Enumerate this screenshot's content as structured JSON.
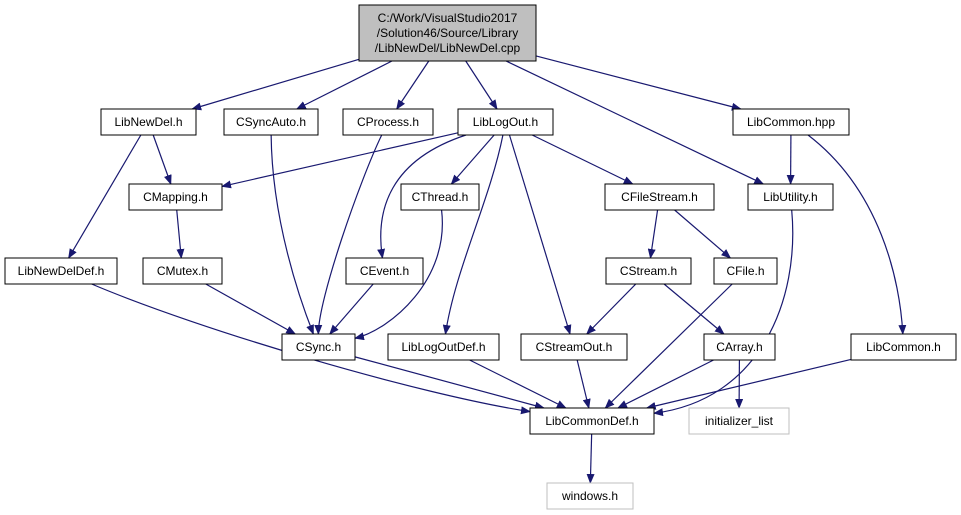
{
  "diagram": {
    "nodes": [
      {
        "id": "root",
        "lines": [
          "C:/Work/VisualStudio2017",
          "/Solution46/Source/Library",
          "/LibNewDel/LibNewDel.cpp"
        ],
        "fill": "#bfbfbf",
        "stroke": "#000000",
        "text_color": "#000000"
      },
      {
        "id": "libnewdel_h",
        "lines": [
          "LibNewDel.h"
        ],
        "fill": "#ffffff",
        "stroke": "#000000",
        "text_color": "#000000"
      },
      {
        "id": "csyncauto_h",
        "lines": [
          "CSyncAuto.h"
        ],
        "fill": "#ffffff",
        "stroke": "#000000",
        "text_color": "#000000"
      },
      {
        "id": "cprocess_h",
        "lines": [
          "CProcess.h"
        ],
        "fill": "#ffffff",
        "stroke": "#000000",
        "text_color": "#000000"
      },
      {
        "id": "liblogout_h",
        "lines": [
          "LibLogOut.h"
        ],
        "fill": "#ffffff",
        "stroke": "#000000",
        "text_color": "#000000"
      },
      {
        "id": "libcommon_hpp",
        "lines": [
          "LibCommon.hpp"
        ],
        "fill": "#ffffff",
        "stroke": "#000000",
        "text_color": "#000000"
      },
      {
        "id": "cmapping_h",
        "lines": [
          "CMapping.h"
        ],
        "fill": "#ffffff",
        "stroke": "#000000",
        "text_color": "#000000"
      },
      {
        "id": "cthread_h",
        "lines": [
          "CThread.h"
        ],
        "fill": "#ffffff",
        "stroke": "#000000",
        "text_color": "#000000"
      },
      {
        "id": "cfilestream_h",
        "lines": [
          "CFileStream.h"
        ],
        "fill": "#ffffff",
        "stroke": "#000000",
        "text_color": "#000000"
      },
      {
        "id": "libutility_h",
        "lines": [
          "LibUtility.h"
        ],
        "fill": "#ffffff",
        "stroke": "#000000",
        "text_color": "#000000"
      },
      {
        "id": "libnewdeldef_h",
        "lines": [
          "LibNewDelDef.h"
        ],
        "fill": "#ffffff",
        "stroke": "#000000",
        "text_color": "#000000"
      },
      {
        "id": "cmutex_h",
        "lines": [
          "CMutex.h"
        ],
        "fill": "#ffffff",
        "stroke": "#000000",
        "text_color": "#000000"
      },
      {
        "id": "cevent_h",
        "lines": [
          "CEvent.h"
        ],
        "fill": "#ffffff",
        "stroke": "#000000",
        "text_color": "#000000"
      },
      {
        "id": "cstream_h",
        "lines": [
          "CStream.h"
        ],
        "fill": "#ffffff",
        "stroke": "#000000",
        "text_color": "#000000"
      },
      {
        "id": "cfile_h",
        "lines": [
          "CFile.h"
        ],
        "fill": "#ffffff",
        "stroke": "#000000",
        "text_color": "#000000"
      },
      {
        "id": "csync_h",
        "lines": [
          "CSync.h"
        ],
        "fill": "#ffffff",
        "stroke": "#000000",
        "text_color": "#000000"
      },
      {
        "id": "liblogoutdef_h",
        "lines": [
          "LibLogOutDef.h"
        ],
        "fill": "#ffffff",
        "stroke": "#000000",
        "text_color": "#000000"
      },
      {
        "id": "cstreamout_h",
        "lines": [
          "CStreamOut.h"
        ],
        "fill": "#ffffff",
        "stroke": "#000000",
        "text_color": "#000000"
      },
      {
        "id": "carray_h",
        "lines": [
          "CArray.h"
        ],
        "fill": "#ffffff",
        "stroke": "#000000",
        "text_color": "#000000"
      },
      {
        "id": "libcommon_h",
        "lines": [
          "LibCommon.h"
        ],
        "fill": "#ffffff",
        "stroke": "#000000",
        "text_color": "#000000"
      },
      {
        "id": "libcommondef_h",
        "lines": [
          "LibCommonDef.h"
        ],
        "fill": "#ffffff",
        "stroke": "#000000",
        "text_color": "#000000"
      },
      {
        "id": "initializer_list",
        "lines": [
          "initializer_list"
        ],
        "fill": "#ffffff",
        "stroke": "#bfbfbf",
        "text_color": "#404040"
      },
      {
        "id": "windows_h",
        "lines": [
          "windows.h"
        ],
        "fill": "#ffffff",
        "stroke": "#bfbfbf",
        "text_color": "#404040"
      }
    ],
    "edges": [
      {
        "from": "root",
        "to": "libnewdel_h"
      },
      {
        "from": "root",
        "to": "csyncauto_h"
      },
      {
        "from": "root",
        "to": "cprocess_h"
      },
      {
        "from": "root",
        "to": "liblogout_h"
      },
      {
        "from": "root",
        "to": "libcommon_hpp"
      },
      {
        "from": "root",
        "to": "libutility_h"
      },
      {
        "from": "libnewdel_h",
        "to": "cmapping_h"
      },
      {
        "from": "libnewdel_h",
        "to": "libnewdeldef_h"
      },
      {
        "from": "csyncauto_h",
        "to": "csync_h"
      },
      {
        "from": "cprocess_h",
        "to": "csync_h"
      },
      {
        "from": "liblogout_h",
        "to": "cmapping_h"
      },
      {
        "from": "liblogout_h",
        "to": "cthread_h"
      },
      {
        "from": "liblogout_h",
        "to": "cevent_h"
      },
      {
        "from": "liblogout_h",
        "to": "liblogoutdef_h"
      },
      {
        "from": "liblogout_h",
        "to": "cstreamout_h"
      },
      {
        "from": "liblogout_h",
        "to": "cfilestream_h"
      },
      {
        "from": "libcommon_hpp",
        "to": "libutility_h"
      },
      {
        "from": "libcommon_hpp",
        "to": "libcommon_h"
      },
      {
        "from": "cmapping_h",
        "to": "cmutex_h"
      },
      {
        "from": "cthread_h",
        "to": "csync_h"
      },
      {
        "from": "cfilestream_h",
        "to": "cstream_h"
      },
      {
        "from": "cfilestream_h",
        "to": "cfile_h"
      },
      {
        "from": "libutility_h",
        "to": "libcommondef_h"
      },
      {
        "from": "libnewdeldef_h",
        "to": "libcommondef_h"
      },
      {
        "from": "cmutex_h",
        "to": "csync_h"
      },
      {
        "from": "cevent_h",
        "to": "csync_h"
      },
      {
        "from": "cstream_h",
        "to": "cstreamout_h"
      },
      {
        "from": "cstream_h",
        "to": "carray_h"
      },
      {
        "from": "cfile_h",
        "to": "libcommondef_h"
      },
      {
        "from": "csync_h",
        "to": "libcommondef_h"
      },
      {
        "from": "liblogoutdef_h",
        "to": "libcommondef_h"
      },
      {
        "from": "cstreamout_h",
        "to": "libcommondef_h"
      },
      {
        "from": "carray_h",
        "to": "libcommondef_h"
      },
      {
        "from": "carray_h",
        "to": "initializer_list"
      },
      {
        "from": "libcommon_h",
        "to": "libcommondef_h"
      },
      {
        "from": "libcommondef_h",
        "to": "windows_h"
      }
    ],
    "edge_color": "#191970"
  }
}
